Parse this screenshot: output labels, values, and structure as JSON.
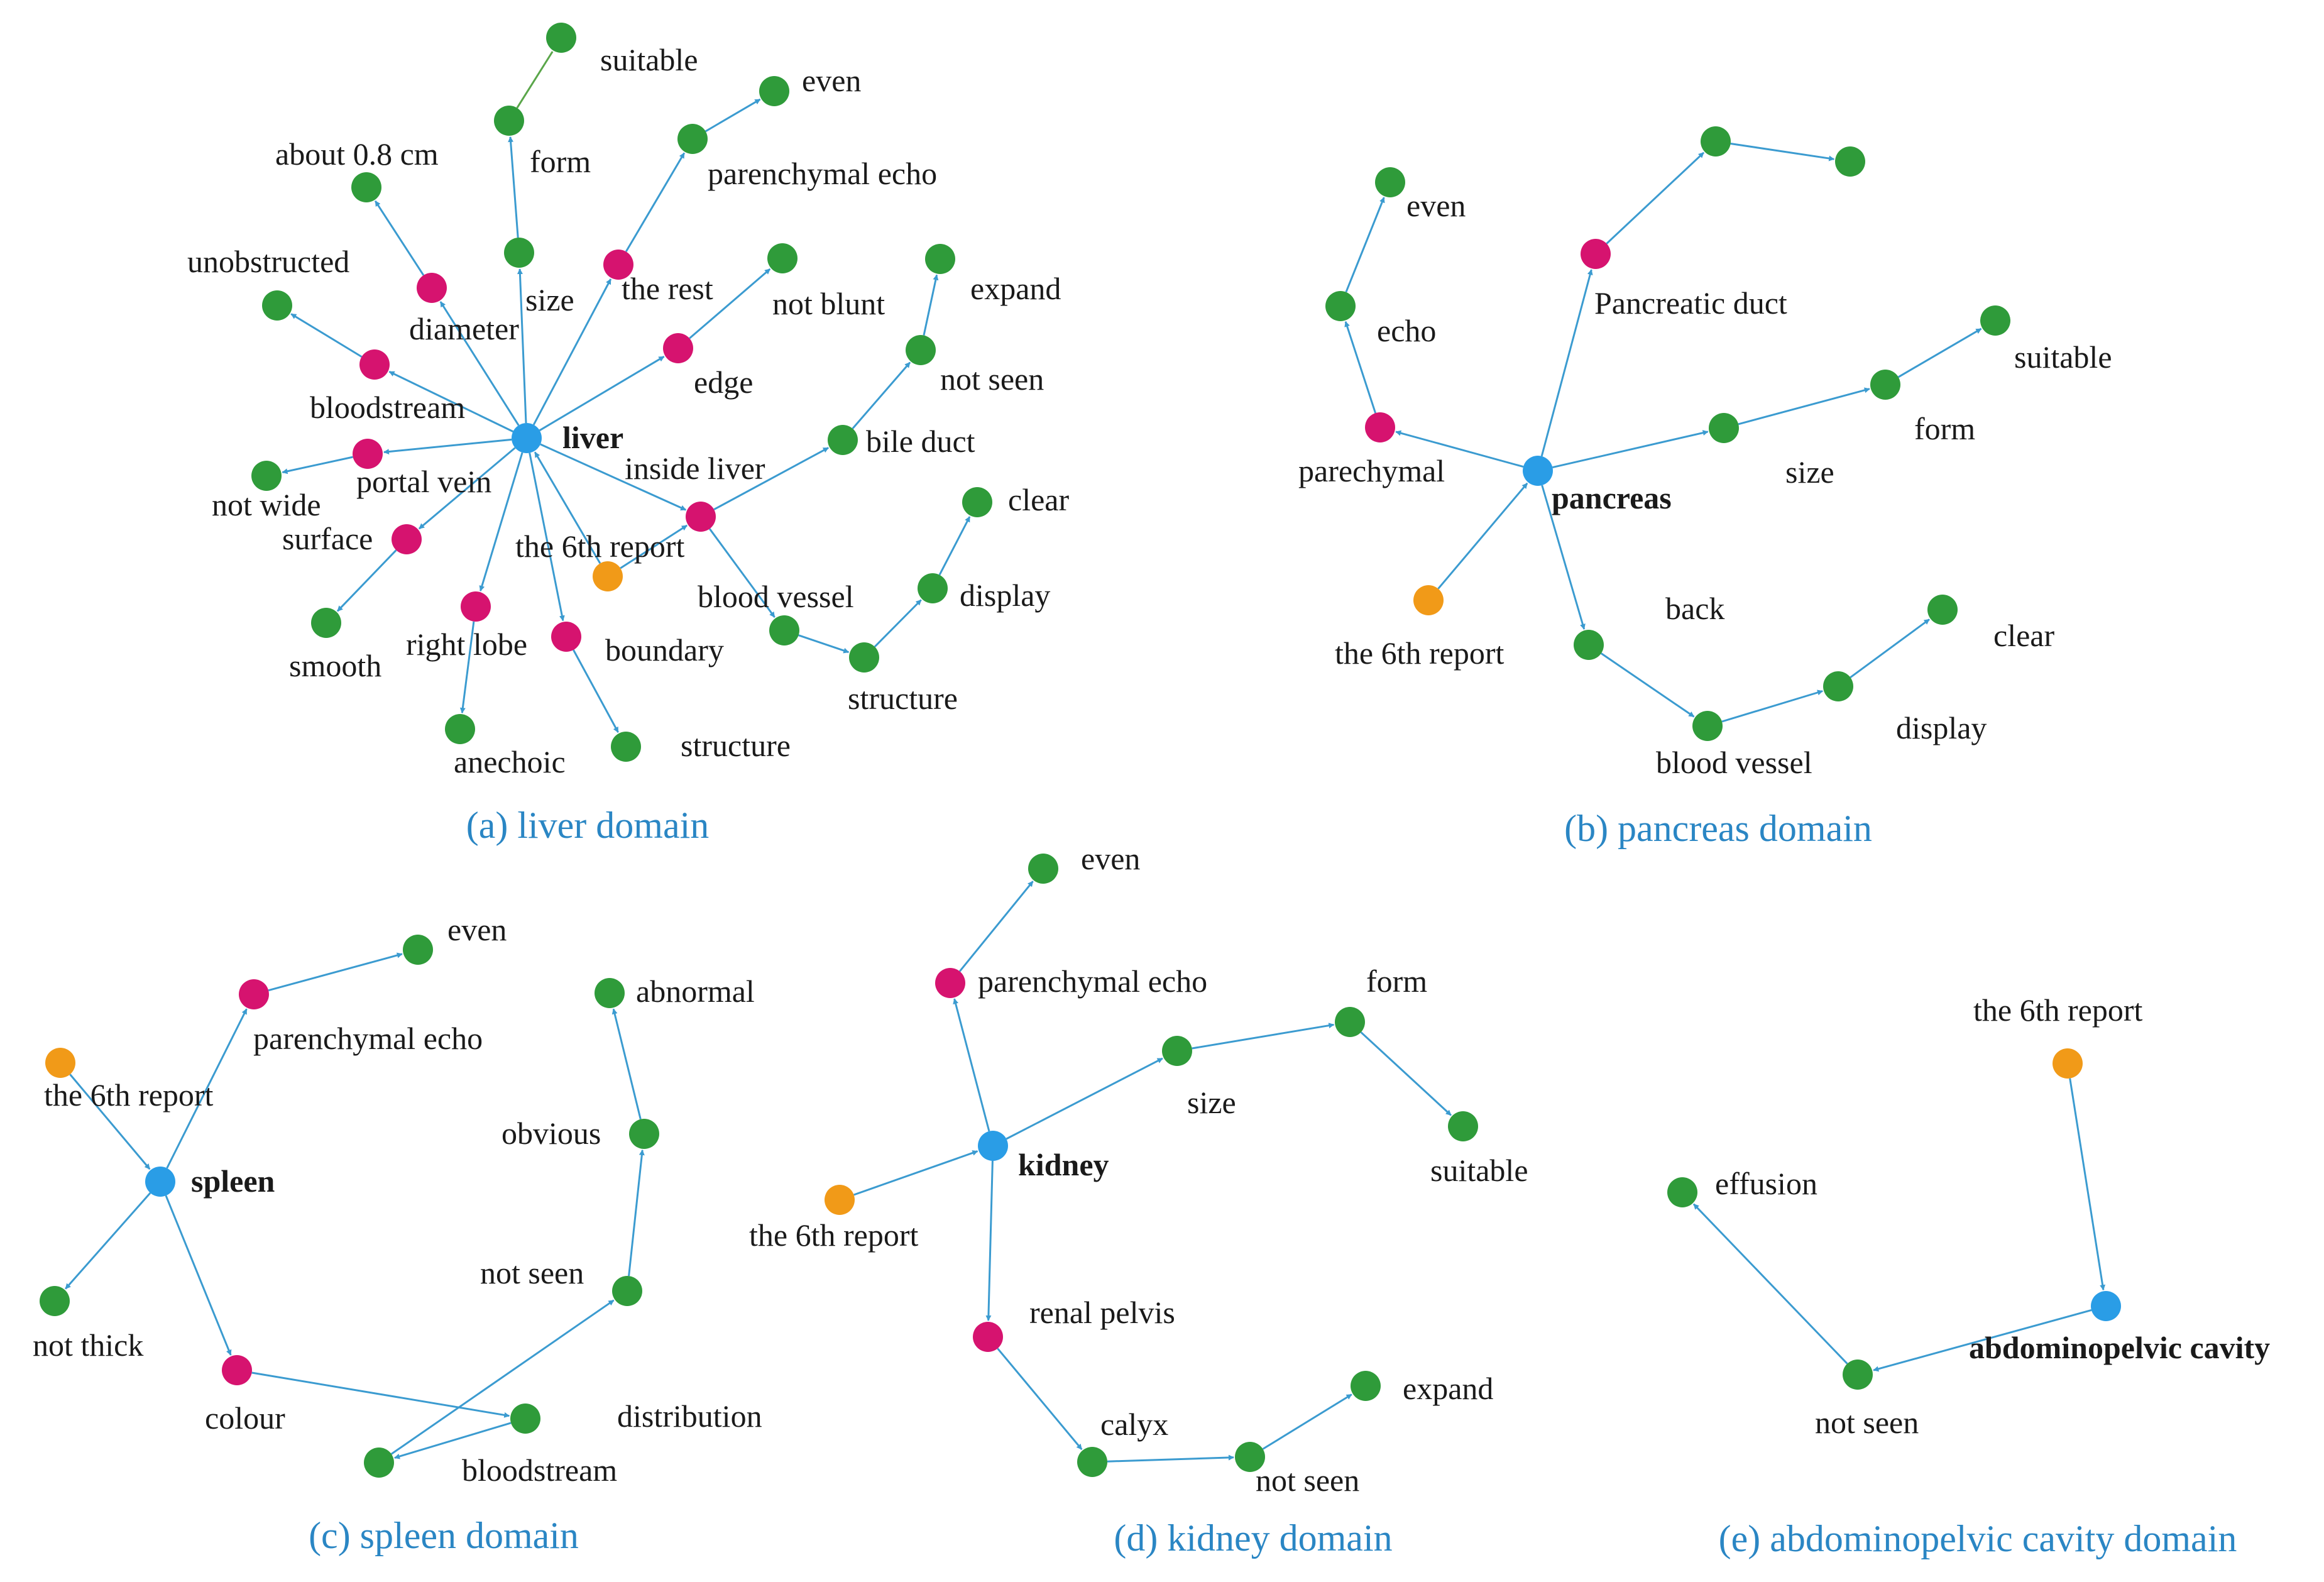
{
  "colors": {
    "center": "#2a9de6",
    "attribute": "#d6136f",
    "value": "#2f9b3a",
    "report": "#f19a18",
    "edge": "#3b9bd0",
    "caption": "#2a86c4"
  },
  "panels": [
    {
      "id": "liver",
      "caption": "(a) liver domain",
      "nodes": [
        {
          "id": "liver",
          "label": "liver",
          "type": "center",
          "bold": true
        },
        {
          "id": "suitable",
          "label": "suitable",
          "type": "value"
        },
        {
          "id": "form",
          "label": "form",
          "type": "value"
        },
        {
          "id": "even",
          "label": "even",
          "type": "value"
        },
        {
          "id": "parenchymal_echo",
          "label": "parenchymal echo",
          "type": "value"
        },
        {
          "id": "about08",
          "label": "about 0.8 cm",
          "type": "value"
        },
        {
          "id": "size",
          "label": "size",
          "type": "value"
        },
        {
          "id": "the_rest",
          "label": "the rest",
          "type": "attribute"
        },
        {
          "id": "not_blunt",
          "label": "not blunt",
          "type": "value"
        },
        {
          "id": "expand",
          "label": "expand",
          "type": "value"
        },
        {
          "id": "unobstructed",
          "label": "unobstructed",
          "type": "value"
        },
        {
          "id": "diameter",
          "label": "diameter",
          "type": "attribute"
        },
        {
          "id": "edge",
          "label": "edge",
          "type": "attribute"
        },
        {
          "id": "not_seen",
          "label": "not seen",
          "type": "value"
        },
        {
          "id": "bloodstream",
          "label": "bloodstream",
          "type": "attribute"
        },
        {
          "id": "bile_duct",
          "label": "bile duct",
          "type": "value"
        },
        {
          "id": "portal_vein",
          "label": "portal vein",
          "type": "attribute"
        },
        {
          "id": "not_wide",
          "label": "not wide",
          "type": "value"
        },
        {
          "id": "inside_liver",
          "label": "inside liver",
          "type": "attribute"
        },
        {
          "id": "clear",
          "label": "clear",
          "type": "value"
        },
        {
          "id": "surface",
          "label": "surface",
          "type": "attribute"
        },
        {
          "id": "report",
          "label": "the 6th report",
          "type": "report"
        },
        {
          "id": "display",
          "label": "display",
          "type": "value"
        },
        {
          "id": "blood_vessel",
          "label": "blood vessel",
          "type": "value"
        },
        {
          "id": "smooth",
          "label": "smooth",
          "type": "value"
        },
        {
          "id": "right_lobe",
          "label": "right lobe",
          "type": "attribute"
        },
        {
          "id": "boundary",
          "label": "boundary",
          "type": "attribute"
        },
        {
          "id": "structure1",
          "label": "structure",
          "type": "value"
        },
        {
          "id": "anechoic",
          "label": "anechoic",
          "type": "value"
        },
        {
          "id": "structure2",
          "label": "structure",
          "type": "value"
        }
      ]
    },
    {
      "id": "pancreas",
      "caption": "(b) pancreas domain",
      "nodes": [
        {
          "id": "pancreas",
          "label": "pancreas",
          "type": "center",
          "bold": true
        },
        {
          "id": "even",
          "label": "even",
          "type": "value"
        },
        {
          "id": "echo",
          "label": "echo",
          "type": "value"
        },
        {
          "id": "parechymal",
          "label": "parechymal",
          "type": "attribute"
        },
        {
          "id": "top1",
          "label": "",
          "type": "value"
        },
        {
          "id": "top2",
          "label": "",
          "type": "value"
        },
        {
          "id": "pancreatic_duct",
          "label": "Pancreatic duct",
          "type": "attribute"
        },
        {
          "id": "suitable",
          "label": "suitable",
          "type": "value"
        },
        {
          "id": "form",
          "label": "form",
          "type": "value"
        },
        {
          "id": "size",
          "label": "size",
          "type": "value"
        },
        {
          "id": "report",
          "label": "the 6th report",
          "type": "report"
        },
        {
          "id": "back",
          "label": "back",
          "type": "value"
        },
        {
          "id": "blood_vessel",
          "label": "blood vessel",
          "type": "value"
        },
        {
          "id": "display",
          "label": "display",
          "type": "value"
        },
        {
          "id": "clear",
          "label": "clear",
          "type": "value"
        }
      ]
    },
    {
      "id": "spleen",
      "caption": "(c)  spleen domain",
      "nodes": [
        {
          "id": "spleen",
          "label": "spleen",
          "type": "center",
          "bold": true
        },
        {
          "id": "even",
          "label": "even",
          "type": "value"
        },
        {
          "id": "parenchymal_echo",
          "label": "parenchymal echo",
          "type": "attribute"
        },
        {
          "id": "report",
          "label": "the 6th report",
          "type": "report"
        },
        {
          "id": "abnormal",
          "label": "abnormal",
          "type": "value"
        },
        {
          "id": "obvious",
          "label": "obvious",
          "type": "value"
        },
        {
          "id": "not_seen",
          "label": "not seen",
          "type": "value"
        },
        {
          "id": "not_thick",
          "label": "not thick",
          "type": "value"
        },
        {
          "id": "colour",
          "label": "colour",
          "type": "attribute"
        },
        {
          "id": "bloodstream",
          "label": "bloodstream",
          "type": "value"
        },
        {
          "id": "distribution",
          "label": "distribution",
          "type": "value"
        }
      ]
    },
    {
      "id": "kidney",
      "caption": "(d)  kidney domain",
      "nodes": [
        {
          "id": "kidney",
          "label": "kidney",
          "type": "center",
          "bold": true
        },
        {
          "id": "even",
          "label": "even",
          "type": "value"
        },
        {
          "id": "parenchymal_echo",
          "label": "parenchymal echo",
          "type": "attribute"
        },
        {
          "id": "form",
          "label": "form",
          "type": "value"
        },
        {
          "id": "size",
          "label": "size",
          "type": "value"
        },
        {
          "id": "suitable",
          "label": "suitable",
          "type": "value"
        },
        {
          "id": "report",
          "label": "the 6th report",
          "type": "report"
        },
        {
          "id": "renal_pelvis",
          "label": "renal pelvis",
          "type": "attribute"
        },
        {
          "id": "calyx",
          "label": "calyx",
          "type": "value"
        },
        {
          "id": "not_seen",
          "label": "not seen",
          "type": "value"
        },
        {
          "id": "expand",
          "label": "expand",
          "type": "value"
        }
      ]
    },
    {
      "id": "abdomen",
      "caption": "(e)  abdominopelvic cavity domain",
      "nodes": [
        {
          "id": "cavity",
          "label": "abdominopelvic cavity",
          "type": "center",
          "bold": true
        },
        {
          "id": "report",
          "label": "the 6th report",
          "type": "report"
        },
        {
          "id": "effusion",
          "label": "effusion",
          "type": "value"
        },
        {
          "id": "not_seen",
          "label": "not seen",
          "type": "value"
        }
      ]
    }
  ]
}
